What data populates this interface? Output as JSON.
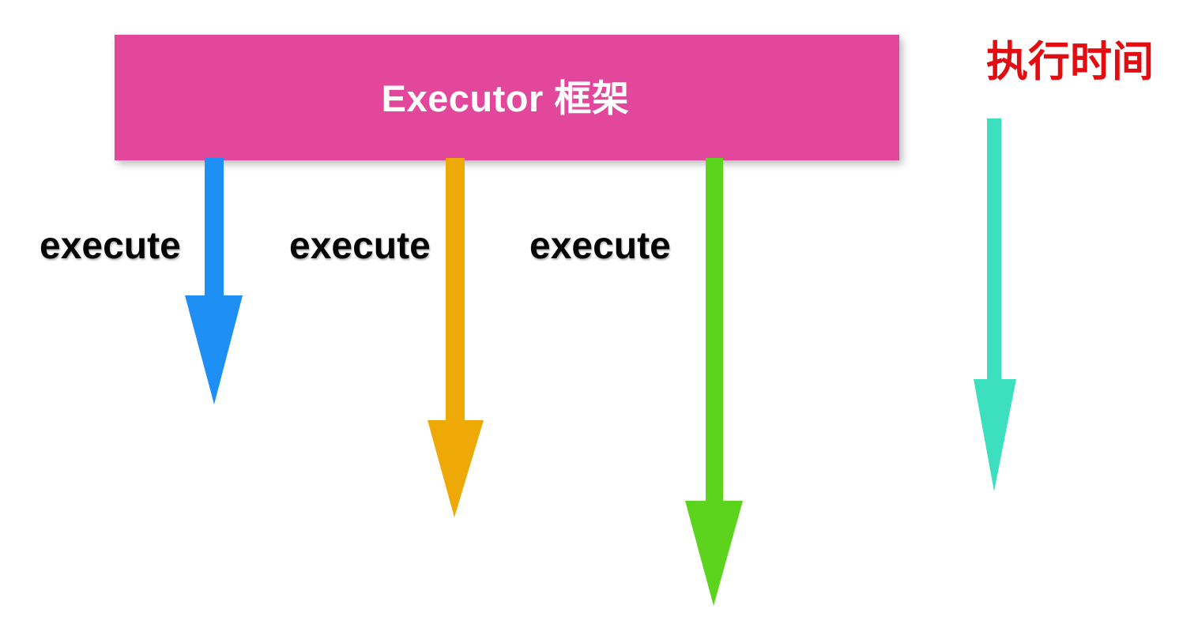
{
  "diagram": {
    "title_bar": {
      "label": "Executor 框架",
      "color": "#e2479b",
      "text_color": "#ffffff"
    },
    "time_axis": {
      "label": "执行时间",
      "label_color": "#e20d10",
      "arrow_color": "#3cdfbe",
      "icon": "down-arrow-icon"
    },
    "tasks": [
      {
        "label": "execute",
        "color": "#1e90f5",
        "color_name": "blue",
        "icon": "down-arrow-icon",
        "duration_rank": 1
      },
      {
        "label": "execute",
        "color": "#efa907",
        "color_name": "orange",
        "icon": "down-arrow-icon",
        "duration_rank": 2
      },
      {
        "label": "execute",
        "color": "#5cd41e",
        "color_name": "green",
        "icon": "down-arrow-icon",
        "duration_rank": 3
      }
    ]
  }
}
